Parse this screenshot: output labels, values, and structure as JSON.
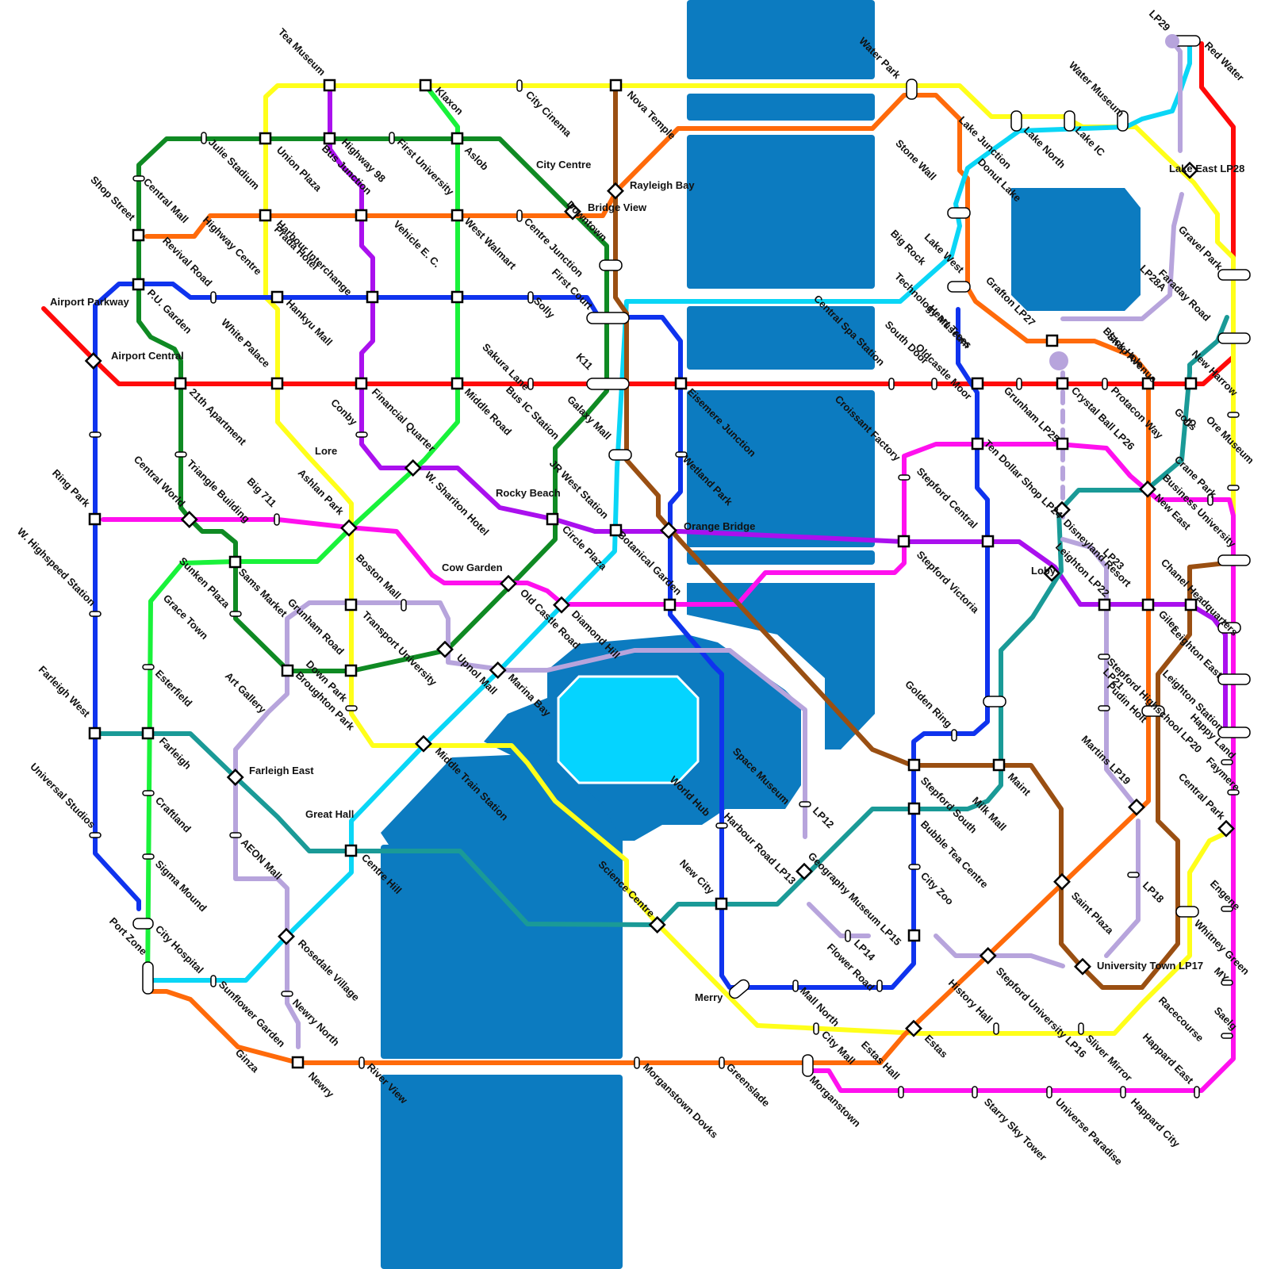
{
  "colors": {
    "water": "#0c7bc0",
    "lake": "#05d4ff",
    "red": "#ff0a0a",
    "yellow": "#ffff1a",
    "dark_green": "#0f8a23",
    "orange": "#ff6a0a",
    "blue": "#0f33ee",
    "purple": "#aa10ee",
    "magenta": "#ff10ee",
    "light_green": "#19f23a",
    "cyan": "#0ad6f6",
    "brown": "#9a4f12",
    "teal": "#1a9a97",
    "lavender": "#b7a4dc"
  },
  "lines": [
    {
      "id": "red",
      "color": "#ff0a0a"
    },
    {
      "id": "yellow",
      "color": "#ffff1a"
    },
    {
      "id": "dark_green",
      "color": "#0f8a23"
    },
    {
      "id": "orange",
      "color": "#ff6a0a"
    },
    {
      "id": "blue",
      "color": "#0f33ee"
    },
    {
      "id": "purple",
      "color": "#aa10ee"
    },
    {
      "id": "magenta",
      "color": "#ff10ee"
    },
    {
      "id": "light_green",
      "color": "#19f23a"
    },
    {
      "id": "cyan",
      "color": "#0ad6f6"
    },
    {
      "id": "brown",
      "color": "#9a4f12"
    },
    {
      "id": "teal",
      "color": "#1a9a97"
    },
    {
      "id": "lavender",
      "color": "#b7a4dc"
    }
  ],
  "stations": [
    "Tea Museum",
    "Klaxon",
    "City Cinema",
    "Nova Temple",
    "Water Park",
    "Julie Stadium",
    "Union Plaza",
    "Bus Junction",
    "Highway 98",
    "First University",
    "Aslob",
    "City Centre",
    "Rayleigh Bay",
    "Bridge View",
    "Downtown",
    "Shop Street",
    "Central Mall",
    "Highway Centre",
    "Harbour Interchange",
    "Prada Hotel",
    "Vehicle E. C.",
    "West Walmart",
    "Centre Junction",
    "Revival Road",
    "P.U. Garden",
    "Hankyu Mall",
    "White Palace",
    "First Court",
    "Solly",
    "Airport Parkway",
    "Airport Central",
    "21th Apartment",
    "Sakura Lane",
    "Bus IC Station",
    "K11",
    "Eisemere Junction",
    "Galaxy Mall",
    "Lore",
    "Conby",
    "Financial Quarter",
    "Middle Road",
    "W. Shariton Hotel",
    "Rocky Beach",
    "JR West Station",
    "Wetland Park",
    "Ring Park",
    "Central World",
    "Triangle Building",
    "Big 711",
    "Ashlan Park",
    "Orange Bridge",
    "Circle Plaza",
    "Botanical Garden",
    "Cow Garden",
    "W. Highspeed Station",
    "Sunken Plaza",
    "Sams Market",
    "Boston Mall",
    "Old Castle Road",
    "Grace Town",
    "Grunham Road",
    "Transport University",
    "Diamond Hill",
    "Upnol Mall",
    "Marina Bay",
    "Down Park",
    "Broughton Park",
    "Art Gallery",
    "Esterfield",
    "Farleigh West",
    "Farleigh",
    "Farleigh East",
    "Middle Train Station",
    "Craftland",
    "Great Hall",
    "AEON Mall",
    "Universal Studios",
    "Centre Hill",
    "Sigma Mound",
    "Rosedale Village",
    "City Hospital",
    "Port Zone",
    "Sunflower Garden",
    "Newry North",
    "Ginza",
    "Newry",
    "River View",
    "Morganstown Dovks",
    "Greenslade",
    "Morganstown",
    "Estas Hall",
    "City Mall",
    "Mall North",
    "Merry",
    "Science Centre",
    "New City",
    "World Hub",
    "Harbour Road LP13",
    "Space Museum",
    "LP12",
    "Geography Museum LP15",
    "LP14",
    "Flower Road",
    "City Zoo",
    "Bubble Tea Centre",
    "Stepford South",
    "Milk Mall",
    "Golden Ring",
    "Maint",
    "Estas",
    "History Hall",
    "Stepford University LP16",
    "Sliver Mirror",
    "Saint Plaza",
    "University Town LP17",
    "LP18",
    "Martins LP19",
    "Stepford Highschool LP20",
    "Stepford Victoria",
    "Stepford Central",
    "Croissant Factory",
    "Ten Dollar Shop LP24",
    "Grunham LP25",
    "Crystal Ball LP26",
    "Central Spa Station",
    "South Door",
    "Oldcastle Moor",
    "Heart Trees",
    "Technology Museum",
    "Big Rock",
    "Stone Wall",
    "Lake Junction",
    "Donut Lake",
    "Lake West",
    "Grafton LP27",
    "Black Hole",
    "Lake North",
    "Lake IC",
    "Water Museum",
    "LP29",
    "Red Water",
    "Lake East LP28",
    "Gravel Park",
    "LP28A",
    "Faraday Road",
    "Shop Avenue",
    "New Harrow",
    "Protacon Way",
    "Golts",
    "Ore Museum",
    "Crane Park",
    "Business University",
    "New East",
    "Disneyland Resort",
    "LP23",
    "Loby",
    "Leighton LP22",
    "Chanel Headquarters",
    "Giles",
    "Leighton East",
    "Leighton Station",
    "LP21",
    "Pudin Holt",
    "Happy Land",
    "Faymere",
    "Central Park",
    "Engene",
    "Whitney Green",
    "MY",
    "Saelg",
    "Racecourse",
    "Happard East",
    "Happard City",
    "Universe Paradise",
    "Starry Sky Tower",
    "Stepford South",
    "Stepford Central"
  ]
}
